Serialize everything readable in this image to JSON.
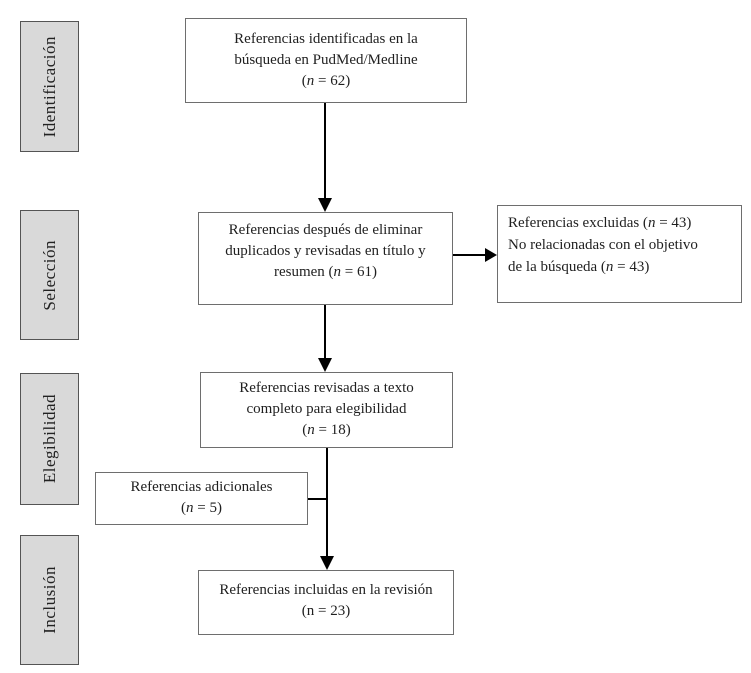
{
  "figure": {
    "type": "flow-diagram",
    "description": "Diagrama de flujo de selección de referencias (estilo PRISMA, en español)"
  },
  "colors": {
    "stage_fill": "#d9d9d9",
    "stage_border": "#545454",
    "node_border": "#6e6e6e",
    "arrow": "#000000",
    "background": "#ffffff"
  },
  "sidebar": {
    "stages": [
      {
        "label": "Identificación"
      },
      {
        "label": "Selección"
      },
      {
        "label": "Elegibilidad"
      },
      {
        "label": "Inclusión"
      }
    ]
  },
  "boxes": {
    "identified": {
      "lines": [
        [
          {
            "t": "Referencias identificadas en la"
          }
        ],
        [
          {
            "t": "búsqueda en PudMed/Medline"
          }
        ],
        [
          {
            "t": "("
          },
          {
            "t": "n",
            "i": true
          },
          {
            "t": " = 62)"
          }
        ]
      ]
    },
    "screened": {
      "lines": [
        [
          {
            "t": "Referencias después de eliminar"
          }
        ],
        [
          {
            "t": "duplicados y revisadas en título y"
          }
        ],
        [
          {
            "t": "resumen ("
          },
          {
            "t": "n",
            "i": true
          },
          {
            "t": " = 61)"
          }
        ]
      ]
    },
    "excluded": {
      "lines": [
        [
          {
            "t": "Referencias excluidas ("
          },
          {
            "t": "n",
            "i": true
          },
          {
            "t": " = 43)"
          }
        ],
        [
          {
            "t": "No relacionadas con el objetivo"
          }
        ],
        [
          {
            "t": "de la búsqueda ("
          },
          {
            "t": "n",
            "i": true
          },
          {
            "t": " = 43)"
          }
        ]
      ]
    },
    "fulltext": {
      "lines": [
        [
          {
            "t": "Referencias revisadas a texto"
          }
        ],
        [
          {
            "t": "completo para elegibilidad"
          }
        ],
        [
          {
            "t": "("
          },
          {
            "t": "n",
            "i": true
          },
          {
            "t": " = 18)"
          }
        ]
      ]
    },
    "additional": {
      "lines": [
        [
          {
            "t": "Referencias adicionales"
          }
        ],
        [
          {
            "t": "("
          },
          {
            "t": "n",
            "i": true
          },
          {
            "t": " = 5)"
          }
        ]
      ]
    },
    "included": {
      "lines": [
        [
          {
            "t": "Referencias incluidas en la revisión"
          }
        ],
        [
          {
            "t": "(n = 23)"
          }
        ]
      ]
    }
  },
  "edges": [
    {
      "from": "identified",
      "to": "screened",
      "arrow": true
    },
    {
      "from": "screened",
      "to": "excluded",
      "arrow": true
    },
    {
      "from": "screened",
      "to": "fulltext",
      "arrow": true
    },
    {
      "from": "fulltext",
      "to": "included",
      "arrow": true
    },
    {
      "from": "additional",
      "to": "fulltext-to-included-line",
      "arrow": false
    }
  ]
}
